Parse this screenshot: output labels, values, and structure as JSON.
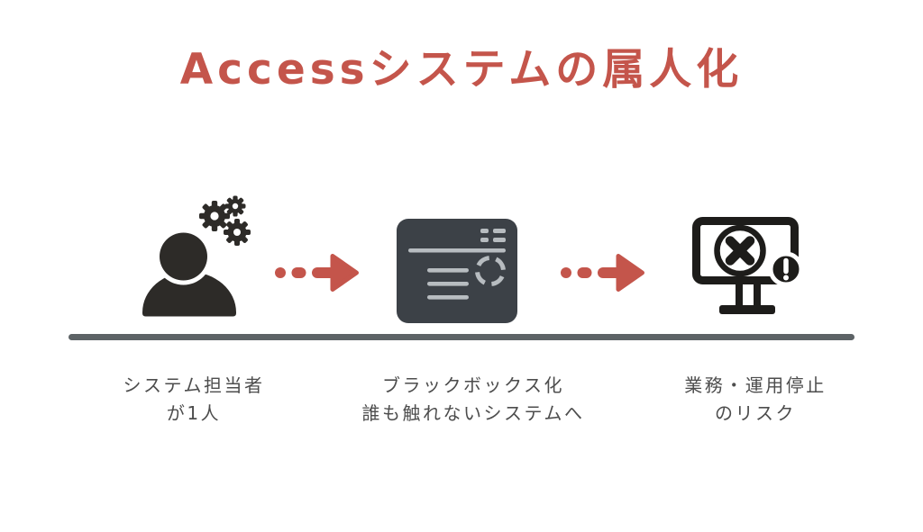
{
  "title": "Accessシステムの属人化",
  "steps": [
    {
      "icon": "person-with-gears-icon",
      "label_line1": "システム担当者",
      "label_line2": "が1人"
    },
    {
      "icon": "blackbox-window-icon",
      "label_line1": "ブラックボックス化",
      "label_line2": "誰も触れないシステムへ"
    },
    {
      "icon": "error-monitor-icon",
      "label_line1": "業務・運用停止",
      "label_line2": "のリスク"
    }
  ],
  "arrows": [
    {
      "icon": "dashed-arrow-right-icon"
    },
    {
      "icon": "dashed-arrow-right-icon"
    }
  ],
  "colors": {
    "accent_red": "#c4554b",
    "icon_dark": "#2d2b28",
    "monitor_black": "#1d1c1a",
    "window_slate": "#3c4147",
    "window_detail_gray": "#b7bcc0",
    "divider_gray": "#5d6366",
    "label_gray": "#4d4d4d",
    "background": "#ffffff"
  }
}
